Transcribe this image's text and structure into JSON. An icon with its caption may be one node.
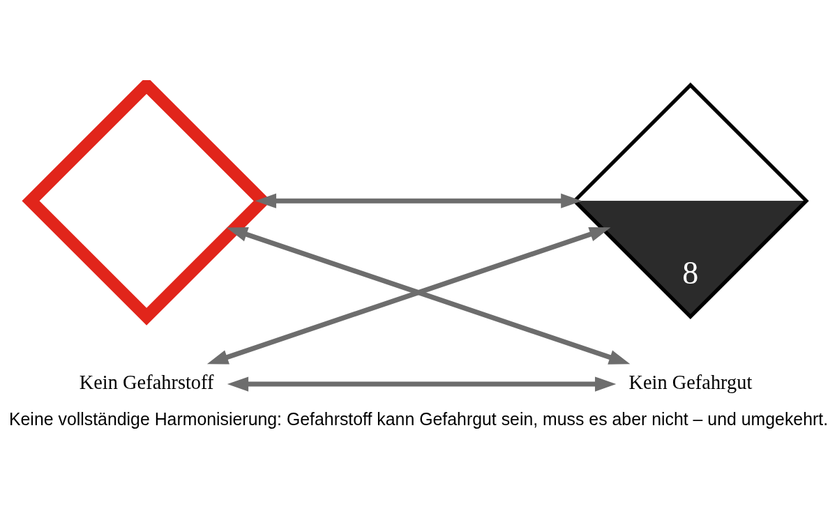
{
  "diagram": {
    "caption": "Keine vollständige Harmonisierung: Gefahrstoff kann Gefahrgut sein, muss es aber nicht – und umgekehrt.",
    "nodes": [
      {
        "text": [],
        "shape": "diamond"
      },
      {
        "text": [
          "8"
        ]
      },
      {
        "text": [
          "Kein Gefahrstoff"
        ]
      },
      {
        "text": [
          "Kein Gefahrgut"
        ]
      }
    ],
    "edges": [
      {
        "from": 0,
        "to": 1,
        "arrow": "both"
      },
      {
        "from": 0,
        "to": 3,
        "arrow": "both"
      },
      {
        "from": 2,
        "to": 1,
        "arrow": "both"
      },
      {
        "from": 2,
        "to": 3,
        "arrow": "both"
      }
    ]
  }
}
